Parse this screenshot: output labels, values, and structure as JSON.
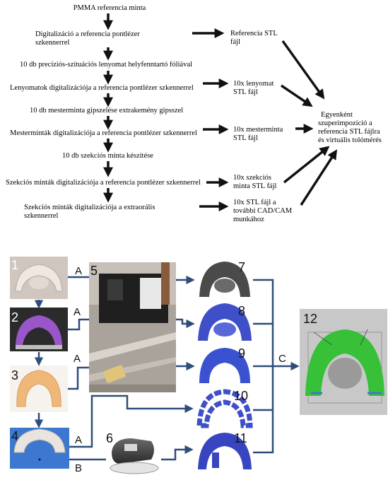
{
  "flowchart": {
    "steps": [
      "PMMA referencia minta",
      "Digitalizáció a referencia pontlézer",
      "szkennerrel",
      "10 db precíziós-szituációs lenyomat helyfenntartó fóliával",
      "Lenyomatok digitalizációja a referencia pontlézer szkennerrel",
      "10 db mesterminta gipszelése extrakemény gipsszel",
      "Mesterminták digitalizációja a referencia pontlézer szkennerrel",
      "10 db szekciós minta készítése",
      "Szekciós minták digitalizációja a referencia pontlézer szkennerrel",
      "Szekciós minták digitalizációja a extraorális",
      "szkennerrel"
    ],
    "outputs": [
      [
        "Referencia STL",
        "fájl"
      ],
      [
        "10x lenyomat",
        "STL fájl"
      ],
      [
        "10x mesterminta",
        "STL fájl"
      ],
      [
        "10x szekciós",
        "minta STL fájl"
      ],
      [
        "10x STL fájl a",
        "további CAD/CAM",
        "munkához"
      ]
    ],
    "result": [
      "Egyenként",
      "szuperimpozíció a",
      "referencia STL fájlra",
      "és virtuális tolómérés"
    ]
  },
  "figure": {
    "panel_numbers": [
      "1",
      "2",
      "3",
      "4",
      "5",
      "6",
      "7",
      "8",
      "9",
      "10",
      "11",
      "12"
    ],
    "path_labels": {
      "a": "A",
      "b": "B",
      "c": "C"
    }
  },
  "colors": {
    "arrow": "#111111",
    "connector": "#2f4d7a",
    "scan_blue": "#3f4fc8",
    "dark_scan": "#4a4a4a",
    "gypsum_orange": "#f0b878",
    "purple_impression": "#9a55c8",
    "blue_impression": "#3c78d0",
    "superimposition_green": "#38c038"
  }
}
